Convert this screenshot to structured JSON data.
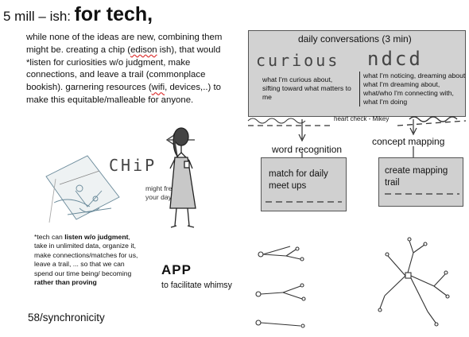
{
  "title": {
    "prefix": "5 mill – ish:",
    "emphasis": "for tech",
    "suffix": ","
  },
  "intro": {
    "part1": "while none of the ideas are new, combining them might be. creating a chip (",
    "edison": "edison",
    "part2": " ish), that would *listen for curiosities w/o judgment, make connections, and leave a trail (commonplace bookish). garnering resources (",
    "wifi": "wifi",
    "part3": ", devices,..) to make this equitable/malleable for anyone."
  },
  "daily_panel": {
    "title": "daily conversations (3 min)",
    "curious_word": "curious",
    "nd_word": "ndcd",
    "curious_text": "what I'm curious about, sifting toward what matters to me",
    "nd_lines": [
      "what I'm noticing, dreaming about",
      "what I'm dreaming about,",
      "what/who I'm connecting with,",
      "what I'm doing"
    ],
    "heart_check": "heart check - Mikey"
  },
  "word_recognition": "word recognition",
  "concept_mapping": "concept mapping",
  "box_left": "match for daily meet ups",
  "box_right": "create mapping trail",
  "chip_label": "CHiP",
  "might_text": "might free up your day",
  "tech_note": {
    "p1": "*tech can ",
    "b1": "listen w/o judgment",
    "p2": ", take in unlimited data, organize it, make connections/matches for us, leave a trail, ... so that we can spend our time being/ becoming ",
    "b2": "rather than proving"
  },
  "app_label": "APP",
  "app_caption": "to facilitate whimsy",
  "synchronicity": "58/synchronicity"
}
